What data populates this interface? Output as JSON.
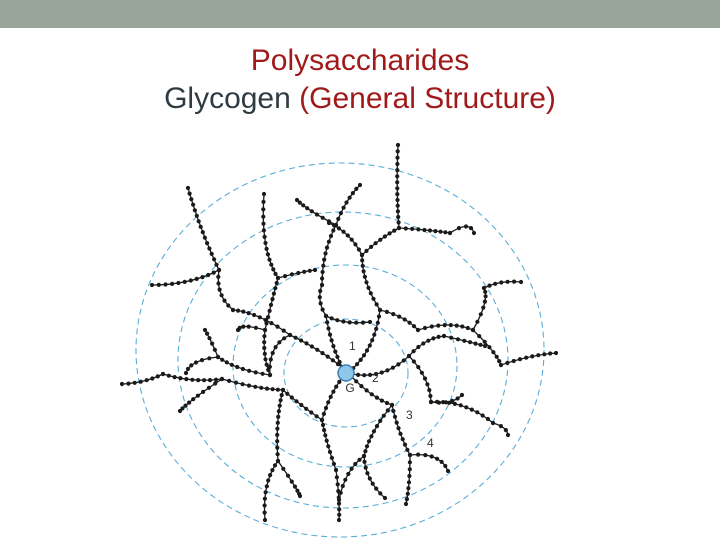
{
  "slide": {
    "title": "Polysaccharides",
    "subtitle_part1": "Glycogen",
    "subtitle_part2": "(General Structure)"
  },
  "colors": {
    "top_bar": "#9aa59a",
    "title": "#a01a1a",
    "subtitle_main": "#2f3b40",
    "tier_circle": "#5aaed8",
    "chain": "#1a1a1a",
    "glycogenin_fill": "#8ec7ea",
    "glycogenin_stroke": "#3a7fb8"
  },
  "diagram": {
    "core_label": "G",
    "tier_labels": [
      "1",
      "2",
      "3",
      "4"
    ]
  }
}
